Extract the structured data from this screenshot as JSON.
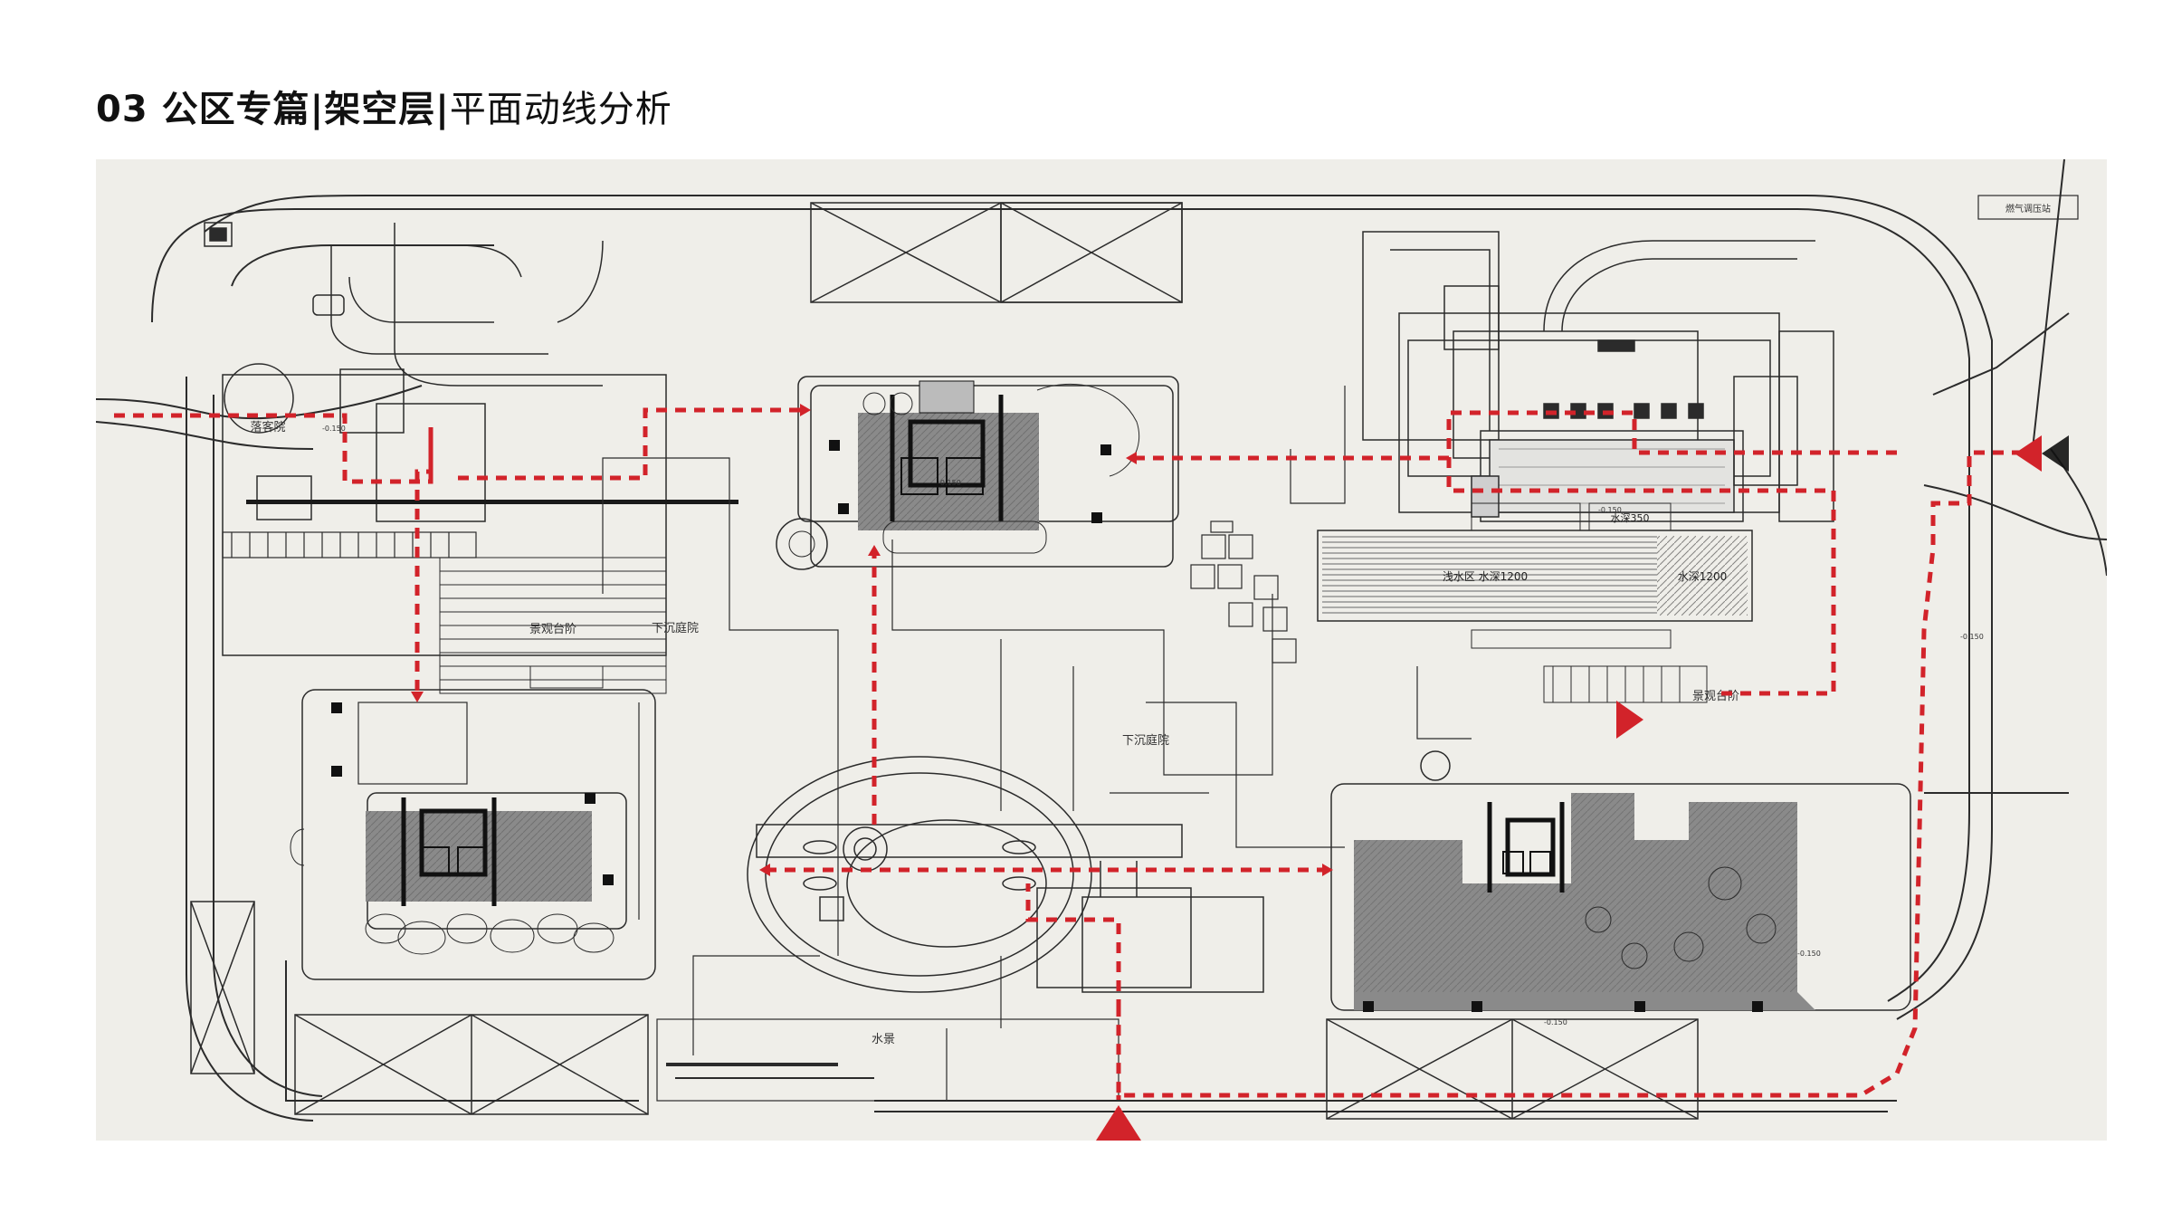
{
  "header": {
    "title_bold": "03 公区专篇|架空层|",
    "title_rest": "平面动线分析"
  },
  "labels": {
    "luoke_yuan": "落客院",
    "jingguan_taijie_1": "景观台阶",
    "xiachen_tingyuan_1": "下沉庭院",
    "xiachen_tingyuan_2": "下沉庭院",
    "jingguan_taijie_2": "景观台阶",
    "shuijing": "水景",
    "qiangshui_qu": "浅水区 水深1200",
    "shuishen_1200": "水深1200",
    "shuishen_350": "水深350",
    "ranqi_tiaoyazhan": "燃气调压站",
    "elev_a": "-0.150",
    "elev_b": "-0.150",
    "elev_c": "-0.150",
    "elev_d": "-0.150",
    "elev_e": "-0.150",
    "elev_f": "-0.150"
  },
  "colors": {
    "plan_bg": "#efeee9",
    "line": "#2b2b2b",
    "route": "#d2232a",
    "building_fill": "#8a8a8a",
    "water_fill": "#d9d9d6"
  }
}
